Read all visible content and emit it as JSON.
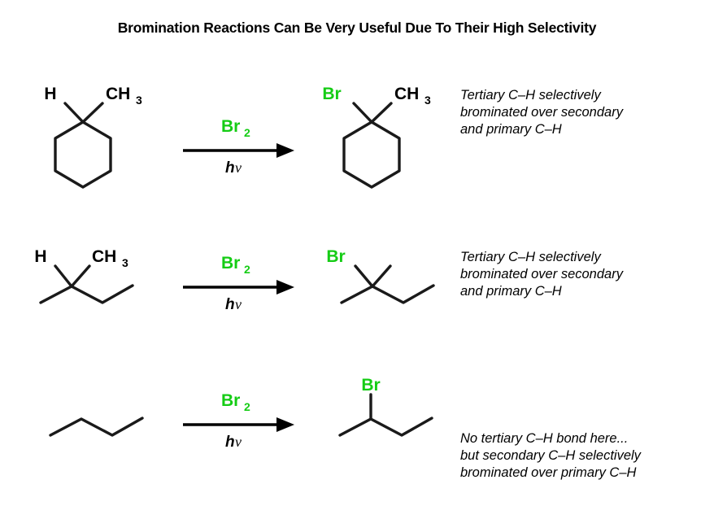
{
  "title": "Bromination Reactions Can Be Very Useful Due To Their High Selectivity",
  "colors": {
    "bromine_green": "#15cc15",
    "bond_black": "#1a1a1a",
    "text_black": "#000000",
    "background": "#ffffff"
  },
  "reagent": {
    "top_label": "Br",
    "top_subscript": "2",
    "bottom_label_h": "h",
    "bottom_label_nu": "ν"
  },
  "rows": [
    {
      "id": "row-1",
      "reactant": {
        "name": "methylcyclohexane",
        "skeleton": "cyclohexane-ring",
        "labels": [
          {
            "text": "H",
            "subscript": "",
            "color": "#000000"
          },
          {
            "text": "CH",
            "subscript": "3",
            "color": "#000000"
          }
        ]
      },
      "product": {
        "name": "1-bromo-1-methylcyclohexane",
        "skeleton": "cyclohexane-ring",
        "labels": [
          {
            "text": "Br",
            "subscript": "",
            "color": "#15cc15"
          },
          {
            "text": "CH",
            "subscript": "3",
            "color": "#000000"
          }
        ]
      },
      "note": "Tertiary C–H selectively\nbrominated over secondary\nand primary C–H"
    },
    {
      "id": "row-2",
      "reactant": {
        "name": "2-methylbutane",
        "skeleton": "branched-chain",
        "labels": [
          {
            "text": "H",
            "subscript": "",
            "color": "#000000"
          },
          {
            "text": "CH",
            "subscript": "3",
            "color": "#000000"
          }
        ]
      },
      "product": {
        "name": "2-bromo-2-methylbutane",
        "skeleton": "branched-chain",
        "labels": [
          {
            "text": "Br",
            "subscript": "",
            "color": "#15cc15"
          }
        ]
      },
      "note": "Tertiary C–H selectively\nbrominated over secondary\nand primary C–H"
    },
    {
      "id": "row-3",
      "reactant": {
        "name": "butane",
        "skeleton": "straight-chain",
        "labels": []
      },
      "product": {
        "name": "2-bromobutane",
        "skeleton": "straight-chain",
        "labels": [
          {
            "text": "Br",
            "subscript": "",
            "color": "#15cc15"
          }
        ]
      },
      "note": "No tertiary C–H bond here...\nbut secondary C–H selectively\nbrominated over primary C–H"
    }
  ]
}
